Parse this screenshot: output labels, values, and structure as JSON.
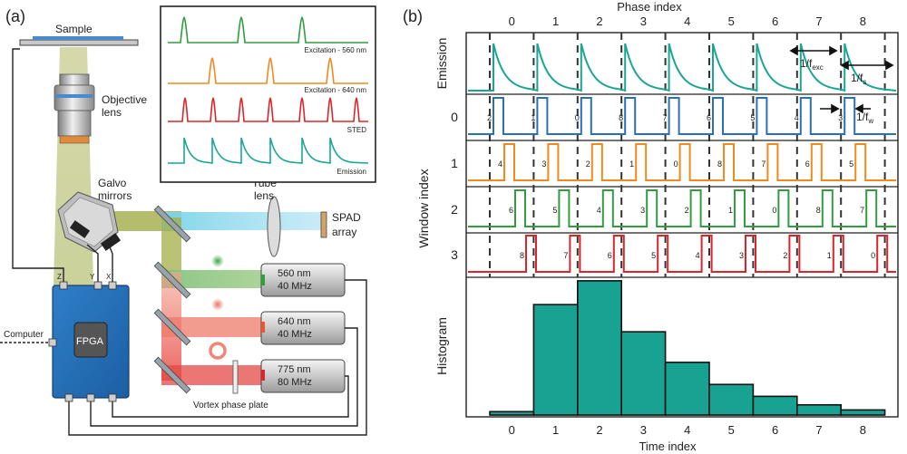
{
  "panel_a": {
    "label": "(a)",
    "sample": "Sample",
    "objective": [
      "Objective",
      "lens"
    ],
    "galvo": [
      "Galvo",
      "mirrors"
    ],
    "tube": [
      "Tube",
      "lens"
    ],
    "spad": [
      "SPAD",
      "array"
    ],
    "lasers": [
      {
        "line1": "560 nm",
        "line2": "40 MHz",
        "color": "#2e9e3f"
      },
      {
        "line1": "640 nm",
        "line2": "40 MHz",
        "color": "#e8562e"
      },
      {
        "line1": "775 nm",
        "line2": "80 MHz",
        "color": "#d8262c"
      }
    ],
    "vortex": "Vortex phase plate",
    "fpga": "FPGA",
    "computer": "Computer",
    "galvo_axes": [
      "Z",
      "Y",
      "X"
    ],
    "inset_traces": [
      {
        "label": "Excitation - 560 nm",
        "color": "#2e9e3f"
      },
      {
        "label": "Excitation - 640 nm",
        "color": "#ee8a20"
      },
      {
        "label": "STED",
        "color": "#d8262c"
      },
      {
        "label": "Emission",
        "color": "#1aa695"
      }
    ]
  },
  "panel_b": {
    "label": "(b)",
    "phase_title": "Phase index",
    "phase_ticks": [
      "0",
      "1",
      "2",
      "3",
      "4",
      "5",
      "6",
      "7",
      "8"
    ],
    "emission_label": "Emission",
    "window_axis_label": "Window index",
    "window_rows": [
      {
        "index": "0",
        "color": "#2b6fb8",
        "nums": [
          "2",
          "1",
          "0",
          "8",
          "7",
          "6",
          "5",
          "4",
          "3"
        ]
      },
      {
        "index": "1",
        "color": "#ee8a20",
        "nums": [
          "4",
          "3",
          "2",
          "1",
          "0",
          "8",
          "7",
          "6",
          "5"
        ]
      },
      {
        "index": "2",
        "color": "#2e9e3f",
        "nums": [
          "6",
          "5",
          "4",
          "3",
          "2",
          "1",
          "0",
          "8",
          "7"
        ]
      },
      {
        "index": "3",
        "color": "#d8262c",
        "nums": [
          "8",
          "7",
          "6",
          "5",
          "4",
          "3",
          "2",
          "1",
          "0"
        ]
      }
    ],
    "ann_fexc": "1/f",
    "ann_fexc_sub": "exc",
    "ann_fs": "1/f",
    "ann_fs_sub": "s",
    "ann_fw": "1/f",
    "ann_fw_sub": "w",
    "histogram_label": "Histogram",
    "time_title": "Time index",
    "time_ticks": [
      "0",
      "1",
      "2",
      "3",
      "4",
      "5",
      "6",
      "7",
      "8"
    ],
    "emission_color": "#1aa695"
  },
  "chart_data": {
    "type": "bar",
    "categories": [
      "0",
      "1",
      "2",
      "3",
      "4",
      "5",
      "6",
      "7",
      "8"
    ],
    "values": [
      0.02,
      0.65,
      0.79,
      0.49,
      0.31,
      0.18,
      0.11,
      0.06,
      0.03
    ],
    "xlabel": "Time index",
    "ylabel": "Histogram",
    "color": "#17a291"
  }
}
